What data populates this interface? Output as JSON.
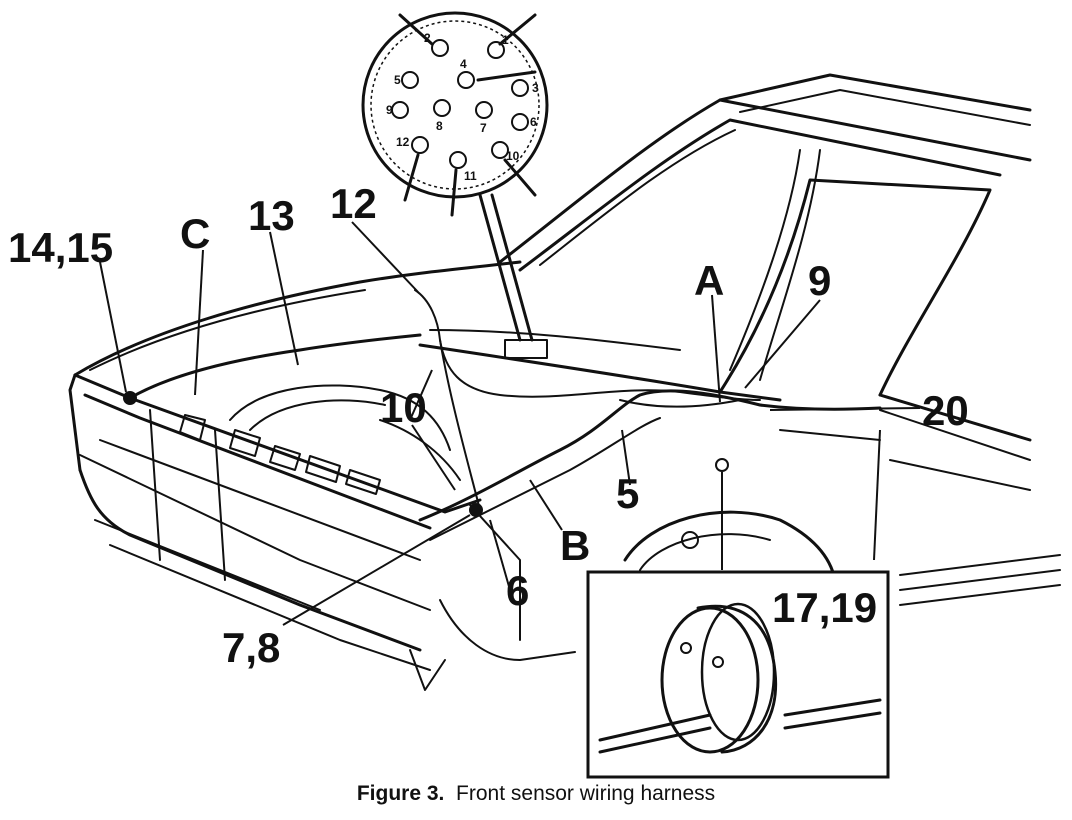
{
  "callouts": {
    "c_14_15": "14,15",
    "c_C": "C",
    "c_13": "13",
    "c_12": "12",
    "c_10": "10",
    "c_A": "A",
    "c_9": "9",
    "c_20": "20",
    "c_5": "5",
    "c_B": "B",
    "c_6": "6",
    "c_7_8": "7,8",
    "c_17_19": "17,19"
  },
  "connector_pins": [
    "1",
    "2",
    "3",
    "4",
    "5",
    "6",
    "7",
    "8",
    "9",
    "10",
    "11",
    "12"
  ],
  "caption": {
    "label": "Figure 3.",
    "text": "Front sensor wiring harness"
  }
}
